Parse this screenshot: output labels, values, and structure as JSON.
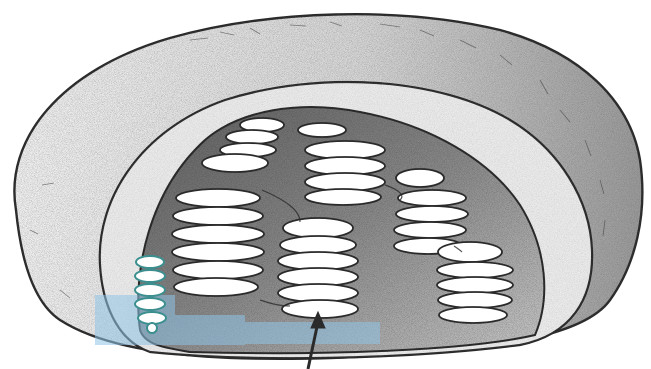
{
  "figure": {
    "subject": "chloroplast-cutaway-illustration",
    "style": "pencil-line-drawing-with-stipple-shading",
    "arrow_target": "thylakoid-membrane",
    "colors": {
      "ink": "#2a2a2a",
      "outer_shade": "#cfcfcf",
      "stroma_shade": "#7a7a7a",
      "stroma_light": "#b9b9b9",
      "disc_fill": "#ffffff",
      "watermark_blue": "#8fc3e6",
      "teal_stack": "#3b8f8f"
    }
  }
}
